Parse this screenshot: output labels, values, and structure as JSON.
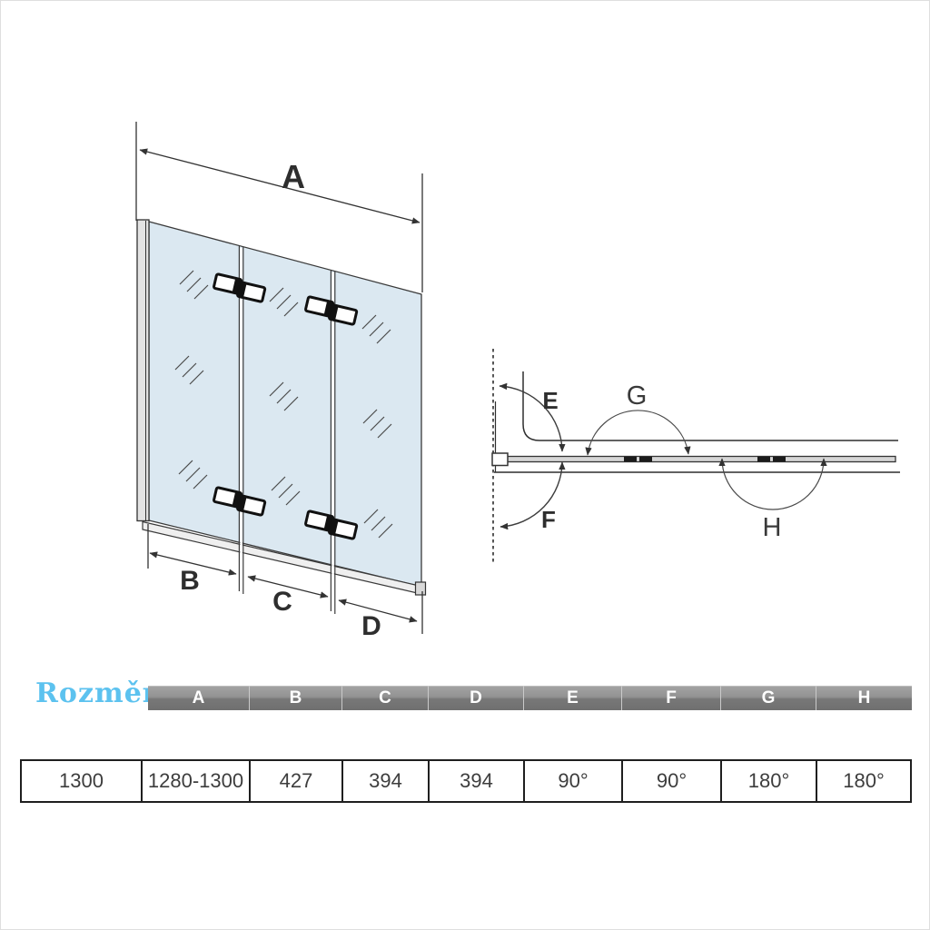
{
  "front_view": {
    "labels": {
      "a": "A",
      "b": "B",
      "c": "C",
      "d": "D"
    }
  },
  "top_view": {
    "labels": {
      "e": "E",
      "f": "F",
      "g": "G",
      "h": "H"
    }
  },
  "table": {
    "label": "Rozměr",
    "columns": [
      "A",
      "B",
      "C",
      "D",
      "E",
      "F",
      "G",
      "H"
    ],
    "row": [
      "1300",
      "1280-1300",
      "427",
      "394",
      "394",
      "90°",
      "90°",
      "180°",
      "180°"
    ]
  },
  "colors": {
    "glass": "#dbe8f1",
    "line": "#3a3a3a",
    "accent_blue": "#5cc2ef",
    "header_gray_top": "#a4a4a4",
    "header_gray_bottom": "#6f6f6f",
    "header_text": "#ffffff",
    "value_text": "#3d3d3d"
  }
}
